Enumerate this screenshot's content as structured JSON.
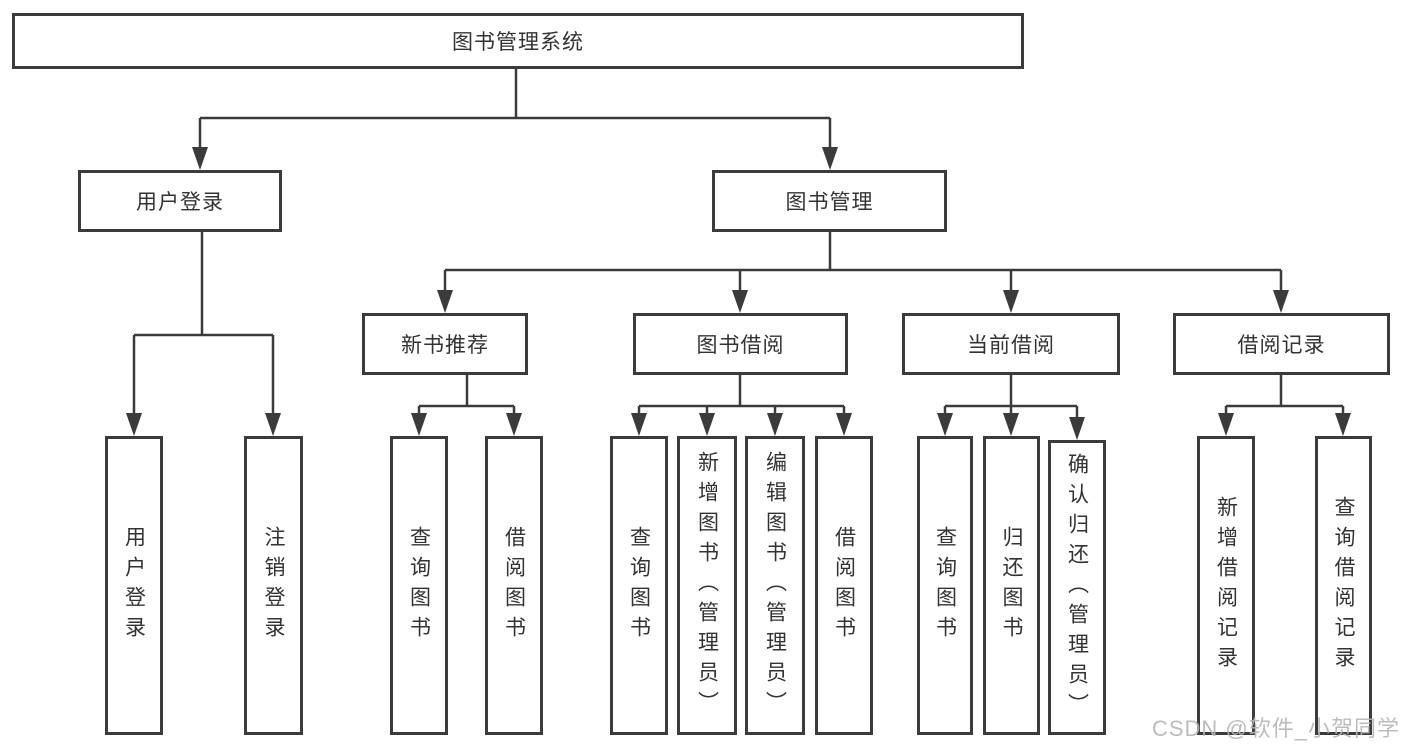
{
  "diagram": {
    "title": "图书管理系统",
    "root": "图书管理系统",
    "level2": [
      "用户登录",
      "图书管理"
    ],
    "level3": [
      "新书推荐",
      "图书借阅",
      "当前借阅",
      "借阅记录"
    ],
    "leaves": {
      "user_login": [
        "用户登录",
        "注销登录"
      ],
      "new_book_rec": [
        "查询图书",
        "借阅图书"
      ],
      "book_borrow": [
        "查询图书",
        "新增图书（管理员）",
        "编辑图书（管理员）",
        "借阅图书"
      ],
      "current_borrow": [
        "查询图书",
        "归还图书",
        "确认归还（管理员）"
      ],
      "borrow_records": [
        "新增借阅记录",
        "查询借阅记录"
      ]
    }
  },
  "watermark": "CSDN @软件_小贺同学",
  "colors": {
    "line": "#3b3b3b",
    "text": "#333333",
    "background": "#ffffff",
    "watermark": "#b5b5b5"
  }
}
